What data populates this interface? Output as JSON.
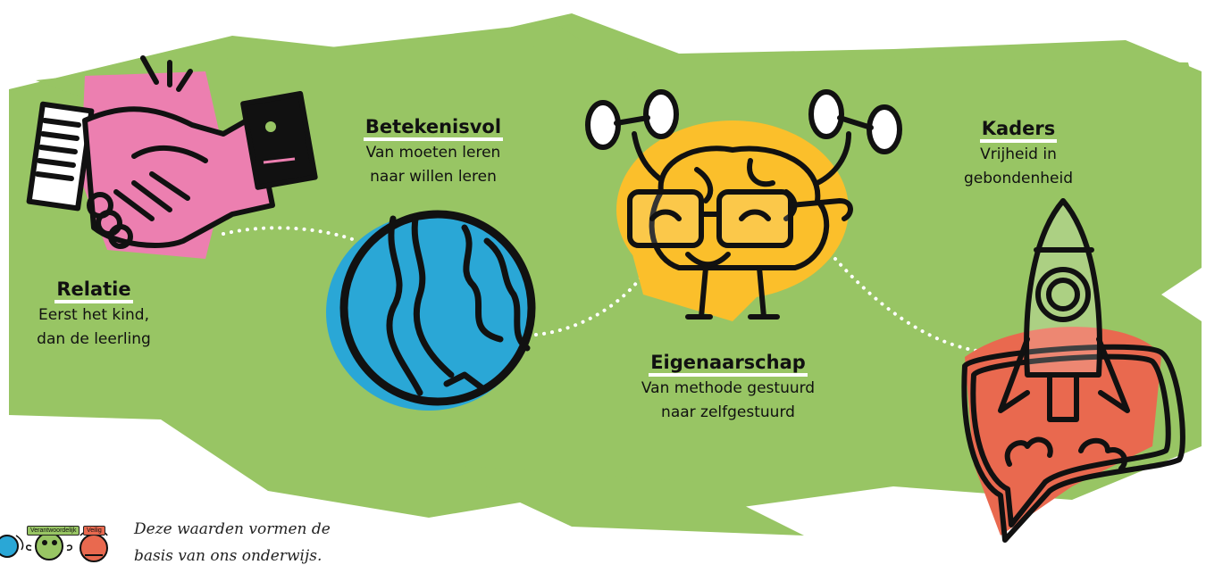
{
  "values": [
    {
      "title": "Relatie",
      "lines": [
        "Eerst het kind,",
        "dan de leerling"
      ],
      "icon": "handshake-icon",
      "color": "#ec7fb0"
    },
    {
      "title": "Betekenisvol",
      "lines": [
        "Van moeten leren",
        "naar willen leren"
      ],
      "icon": "globe-icon",
      "color": "#2aa7d6"
    },
    {
      "title": "Eigenaarschap",
      "lines": [
        "Van methode gestuurd",
        "naar zelfgestuurd"
      ],
      "icon": "brain-with-dumbbells-icon",
      "color": "#fbbf2b"
    },
    {
      "title": "Kaders",
      "lines": [
        "Vrijheid in",
        "gebondenheid"
      ],
      "icon": "rocket-icon",
      "color": "#e9694f"
    }
  ],
  "footer": {
    "text_line1": "Deze waarden vormen de",
    "text_line2": "basis van ons onderwijs.",
    "badges": [
      "Verantwoordelijk",
      "Veilig"
    ]
  },
  "colors": {
    "background_brush": "#98c564",
    "outline": "#111111",
    "dots": "#ffffff"
  }
}
